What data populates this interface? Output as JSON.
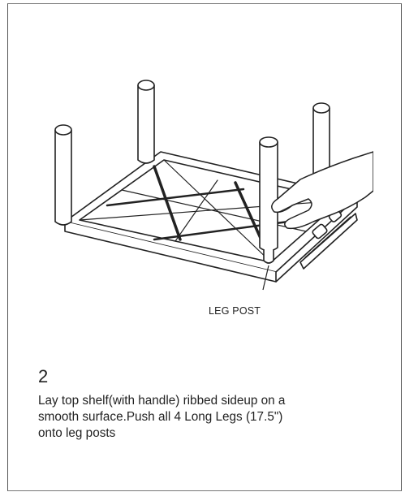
{
  "diagram": {
    "callout_label": "LEG POST"
  },
  "step": {
    "number": "2",
    "instruction_lines": [
      "Lay top shelf(with handle) ribbed sideup on a",
      "smooth surface.Push all 4 Long Legs (17.5\")",
      "onto leg posts"
    ]
  }
}
